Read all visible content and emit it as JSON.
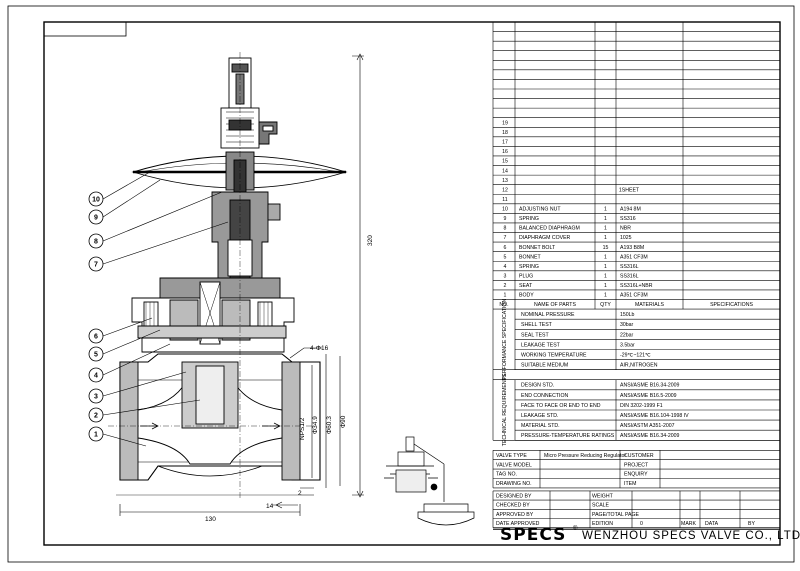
{
  "drawing": {
    "dims": {
      "overall_height": "320",
      "span": "130",
      "dim_14": "14",
      "dim_2": "2",
      "bolt": "4-Φ16",
      "d_outer": "Φ90",
      "d_pcd": "Φ60.3",
      "d_face": "Φ34.9",
      "d_conn": "NPS1/2"
    },
    "balloons": [
      "10",
      "9",
      "8",
      "7",
      "6",
      "5",
      "4",
      "3",
      "2",
      "1"
    ]
  },
  "parts": {
    "empty_rows": [
      "19",
      "18",
      "17",
      "16",
      "15",
      "14",
      "13",
      "11"
    ],
    "row12": {
      "no": "12",
      "qty": "1SHEET"
    },
    "rows": [
      {
        "no": "10",
        "name": "ADJUSTING NUT",
        "qty": "1",
        "mat": "A194 8M"
      },
      {
        "no": "9",
        "name": "SPRING",
        "qty": "1",
        "mat": "SS316"
      },
      {
        "no": "8",
        "name": "BALANCED DIAPHRAGM",
        "qty": "1",
        "mat": "NBR"
      },
      {
        "no": "7",
        "name": "DIAPHRAGM COVER",
        "qty": "1",
        "mat": "1025"
      },
      {
        "no": "6",
        "name": "BONNET BOLT",
        "qty": "15",
        "mat": "A193 B8M"
      },
      {
        "no": "5",
        "name": "BONNET",
        "qty": "1",
        "mat": "A351 CF3M"
      },
      {
        "no": "4",
        "name": "SPRING",
        "qty": "1",
        "mat": "SS316L"
      },
      {
        "no": "3",
        "name": "PLUG",
        "qty": "1",
        "mat": "SS316L"
      },
      {
        "no": "2",
        "name": "SEAT",
        "qty": "1",
        "mat": "SS316L+NBR"
      },
      {
        "no": "1",
        "name": "BODY",
        "qty": "1",
        "mat": "A351 CF3M"
      }
    ],
    "header": {
      "no": "NO.",
      "name": "NAME OF PARTS",
      "qty": "QTY",
      "mat": "MATERIALS",
      "spec": "SPECIFICATIONS"
    }
  },
  "performance": {
    "label": "PERFORMANCE SPECIFICATION",
    "rows": [
      {
        "k": "NOMINAL PRESSURE",
        "v": "150Lb"
      },
      {
        "k": "SHELL TEST",
        "v": "30bar"
      },
      {
        "k": "SEAL TEST",
        "v": "22bar"
      },
      {
        "k": "LEAKAGE TEST",
        "v": "3.5bar"
      },
      {
        "k": "WORKING TEMPERATURE",
        "v": "-29℃~121℃"
      },
      {
        "k": "SUITABLE MEDIUM",
        "v": "AIR,NITROGEN"
      }
    ]
  },
  "technical": {
    "label": "TECHNICAL REQUIREMENTS",
    "rows": [
      {
        "k": "DESIGN STD.",
        "v": "ANSI/ASME B16.34-2009"
      },
      {
        "k": "END CONNECTION",
        "v": "ANSI/ASME B16.5-2009"
      },
      {
        "k": "FACE TO FACE OR END TO END",
        "v": "DIN 3202-1999 F1"
      },
      {
        "k": "LEAKAGE STD.",
        "v": "ANSI/ASME B16.104-1998 IV"
      },
      {
        "k": "MATERIAL STD.",
        "v": "ANSI/ASTM A351-2007"
      },
      {
        "k": "PRESSURE-TEMPERATURE RATINGS",
        "v": "ANSI/ASME B16.34-2009"
      }
    ]
  },
  "titleblock": {
    "valve_type_label": "VALVE TYPE",
    "valve_type": "Micro Pressure Reducing Regulator",
    "customer": "CUSTOMER",
    "valve_model": "VALVE MODEL",
    "project": "PROJECT",
    "tag_no": "TAG NO.",
    "enquiry": "ENQUIRY",
    "drawing_no": "DRAWING NO.",
    "item": "ITEM",
    "designed_by": "DESIGNED BY",
    "weight": "WEIGHT",
    "checked_by": "CHECKED BY",
    "scale": "SCALE",
    "approved_by": "APPROVED BY",
    "page": "PAGE/TOTAL PAGE",
    "date_approved": "DATE APPROVED",
    "edition": "EDITION",
    "edition_val": "0",
    "mark": "MARK",
    "data": "DATA",
    "by": "BY"
  },
  "company": {
    "logo": "SPECS",
    "name": "WENZHOU SPECS VALVE CO., LTD"
  }
}
